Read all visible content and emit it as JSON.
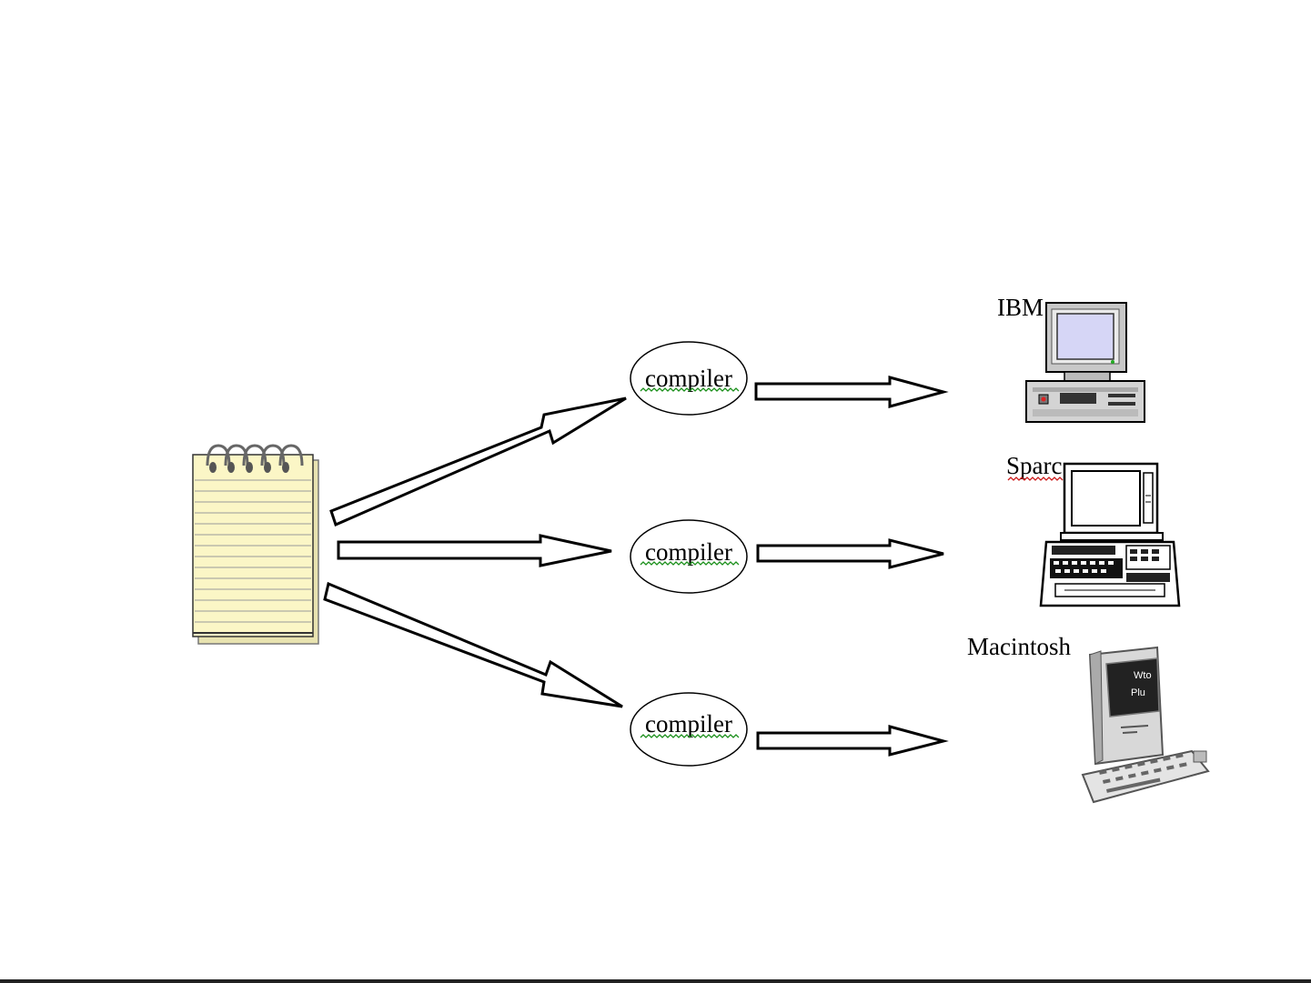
{
  "compilers": [
    {
      "label": "compiler"
    },
    {
      "label": "compiler"
    },
    {
      "label": "compiler"
    }
  ],
  "targets": [
    {
      "label": "IBM",
      "icon": "ibm-pc-icon"
    },
    {
      "label": "Sparc",
      "icon": "sparc-workstation-icon"
    },
    {
      "label": "Macintosh",
      "icon": "macintosh-icon"
    }
  ],
  "mac_screen_text": [
    "Wto",
    "Plu"
  ],
  "source": {
    "icon": "notepad-icon"
  },
  "colors": {
    "notepad_paper": "#fbf6c6",
    "ibm_screen": "#d6d6f6",
    "spellcheck_green": "#1a8f1a",
    "spellcheck_red": "#cc1a1a"
  }
}
